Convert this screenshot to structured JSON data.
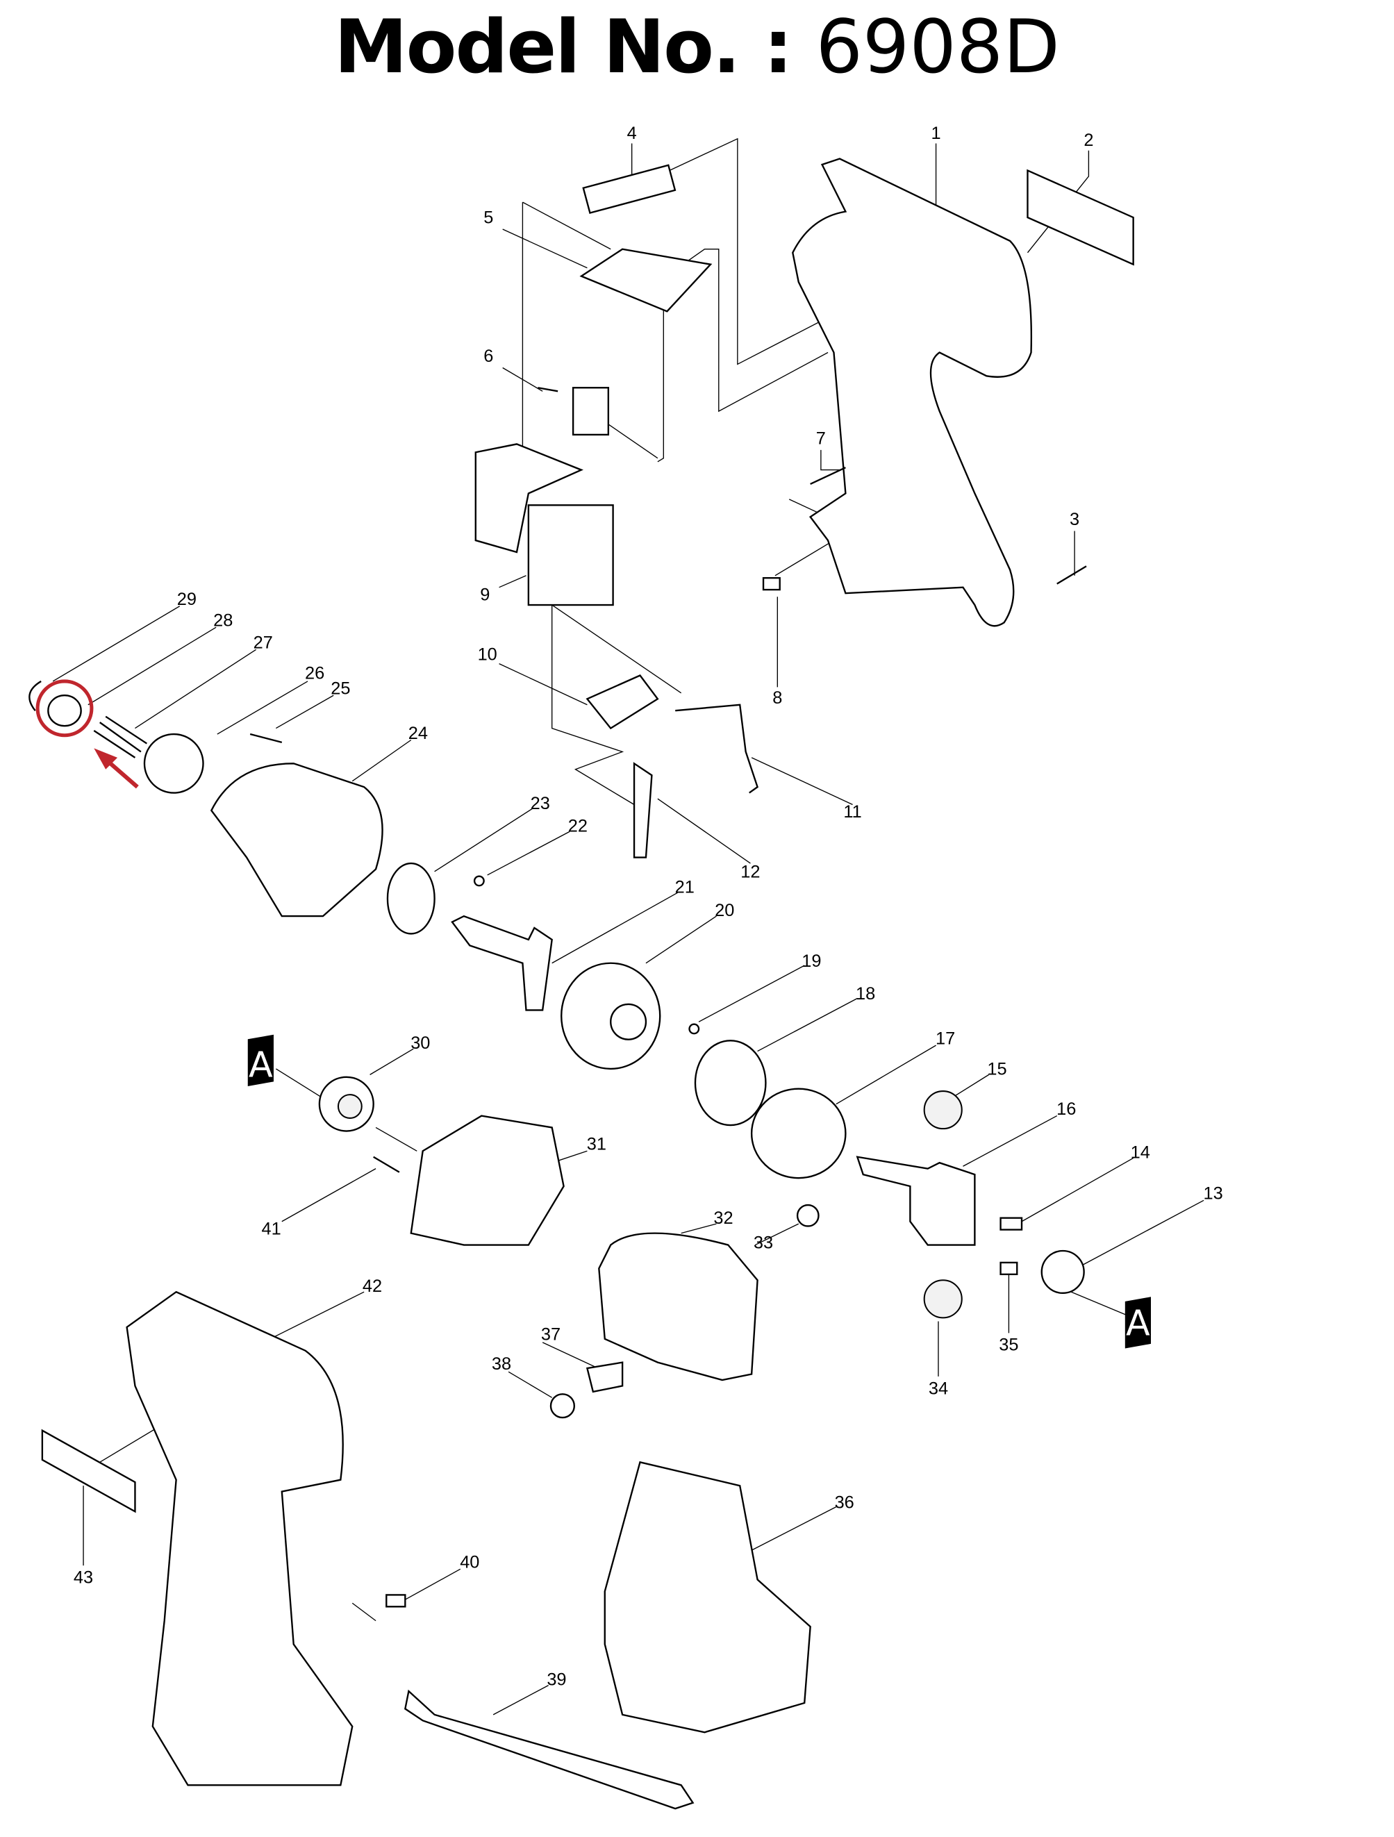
{
  "title": {
    "label": "Model No.",
    "separator": " : ",
    "model": "6908D"
  },
  "parts": [
    "1",
    "2",
    "3",
    "4",
    "5",
    "6",
    "7",
    "8",
    "9",
    "10",
    "11",
    "12",
    "13",
    "14",
    "15",
    "16",
    "17",
    "18",
    "19",
    "20",
    "21",
    "22",
    "23",
    "24",
    "25",
    "26",
    "27",
    "28",
    "29",
    "30",
    "31",
    "32",
    "33",
    "34",
    "35",
    "36",
    "37",
    "38",
    "39",
    "40",
    "41",
    "42",
    "43"
  ],
  "markers": {
    "a": "A"
  },
  "colors": {
    "highlight": "#c0262d",
    "ink": "#000000"
  }
}
